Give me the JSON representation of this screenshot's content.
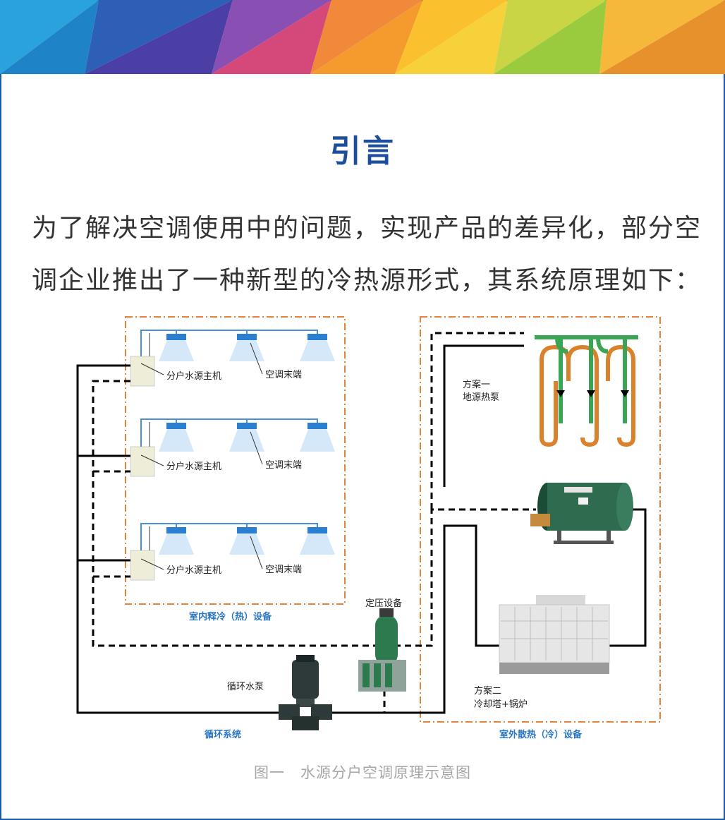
{
  "page": {
    "title": "引言",
    "intro_line1": "为了解决空调使用中的问题，实现产品的差异化，部分空",
    "intro_line2": "调企业推出了一种新型的冷热源形式，其系统原理如下：",
    "caption": "图一　水源分户空调原理示意图"
  },
  "diagram": {
    "indoor_host_label": "分户水源主机",
    "indoor_terminal_label": "空调末端",
    "indoor_zone_label": "室内释冷（热）设备",
    "option1_label_1": "方案一",
    "option1_label_2": "地源热泵",
    "option2_label_1": "方案二",
    "option2_label_2": "冷却塔+锅炉",
    "outdoor_zone_label": "室外散热（冷）设备",
    "pressure_label": "定压设备",
    "pump_label": "循环水泵",
    "system_label": "循环系统"
  },
  "colors": {
    "title_blue": "#1d4e9b",
    "zone_border_orange": "#e8823a",
    "pipe_blue": "#4a90d9",
    "label_blue": "#2a76c2",
    "ground_loop_orange": "#d9822b",
    "ground_loop_green": "#3aa655",
    "boiler_green": "#2f6b4f",
    "caption_gray": "#a6a6a6"
  }
}
